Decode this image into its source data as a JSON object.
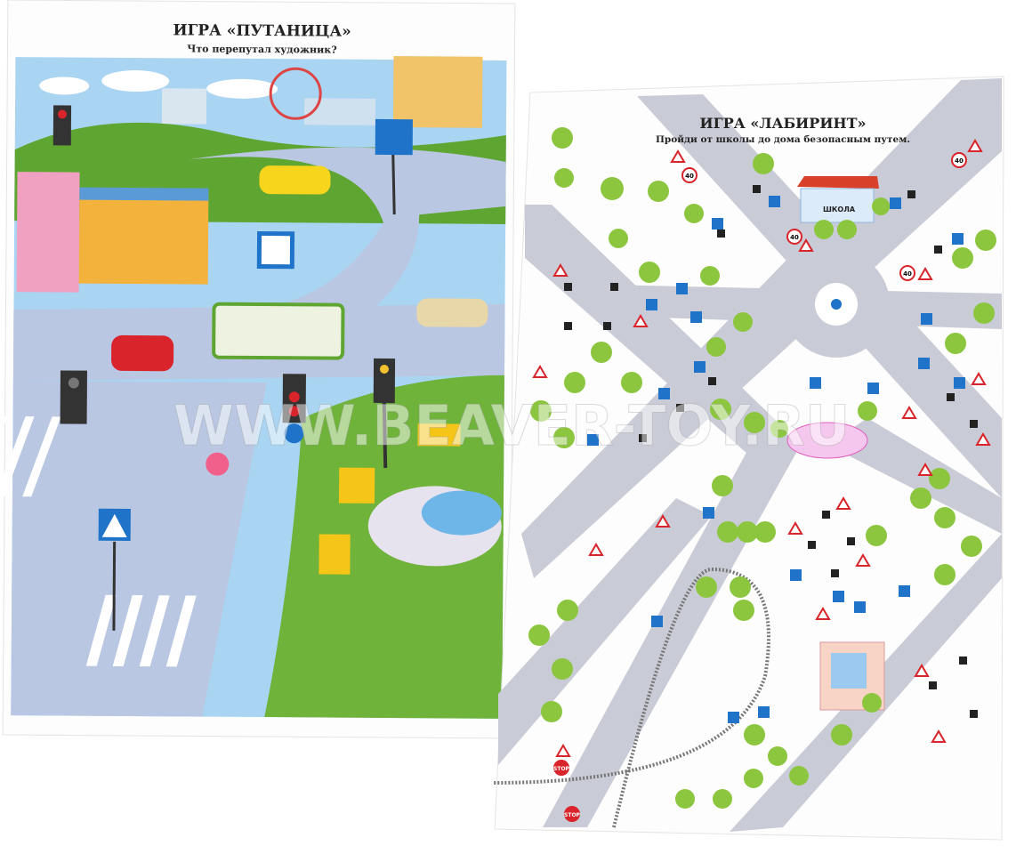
{
  "left_sheet": {
    "title": "ИГРА «ПУТАНИЦА»",
    "subtitle": "Что перепутал художник?"
  },
  "right_sheet": {
    "title": "ИГРА «ЛАБИРИНТ»",
    "subtitle": "Пройди от школы до дома безопасным путем.",
    "school_label": "ШКОЛА",
    "speed_sign": "40",
    "stop_sign": "STOP"
  },
  "watermark": "WWW.BEAVER-TOY.RU",
  "colors": {
    "road": "#c9cbd6",
    "grass": "#6fb33a",
    "sky": "#a9d4f2",
    "sign_blue": "#1f73c9",
    "sign_red": "#d8242a"
  }
}
